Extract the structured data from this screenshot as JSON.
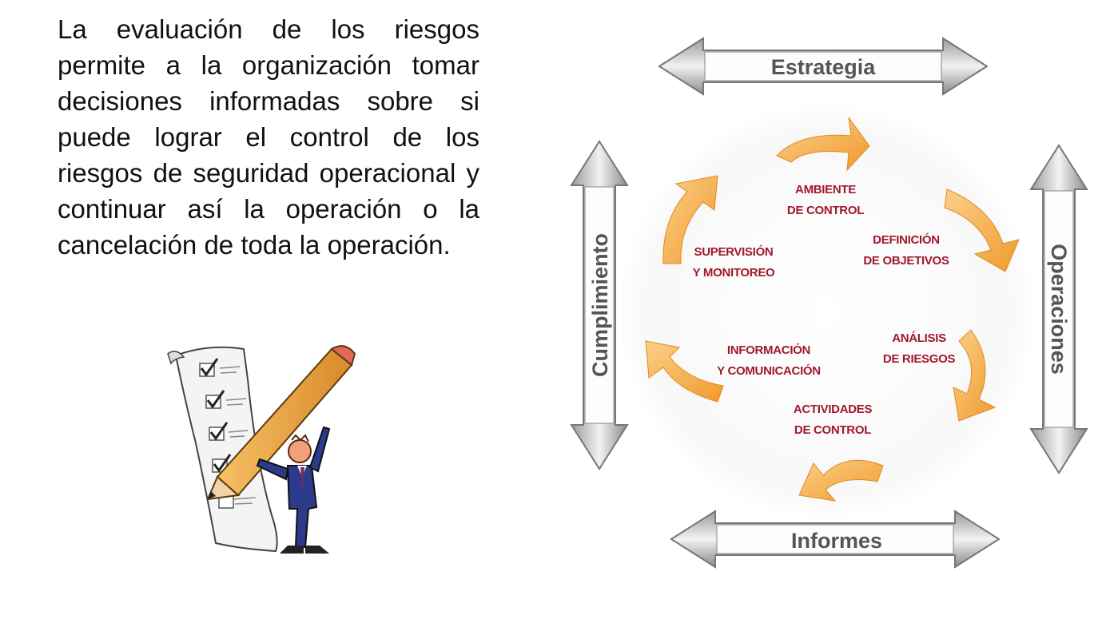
{
  "paragraph": "La evaluación de los riesgos permite a la organización tomar decisiones informadas sobre si puede lograr el control de los riesgos de seguridad operacional y continuar así la operación o la cancelación de toda la operación.",
  "diagram": {
    "bands": {
      "top": "Estrategia",
      "bottom": "Informes",
      "left": "Cumplimiento",
      "right": "Operaciones"
    },
    "stages": [
      {
        "id": "ambiente",
        "line1": "AMBIENTE",
        "line2": "DE CONTROL"
      },
      {
        "id": "definicion",
        "line1": "DEFINICIÓN",
        "line2": "DE OBJETIVOS"
      },
      {
        "id": "analisis",
        "line1": "ANÁLISIS",
        "line2": "DE RIESGOS"
      },
      {
        "id": "actividades",
        "line1": "ACTIVIDADES",
        "line2": "DE CONTROL"
      },
      {
        "id": "informacion",
        "line1": "INFORMACIÓN",
        "line2": "Y COMUNICACIÓN"
      },
      {
        "id": "supervision",
        "line1": "SUPERVISIÓN",
        "line2": "Y MONITOREO"
      }
    ]
  },
  "colors": {
    "stage_text": "#a0182e",
    "cycle_arrow": "#f5a640",
    "band_fill": "#cfcfcf"
  },
  "icons": [
    "checklist-illustration",
    "pencil-icon",
    "businessman-figure",
    "cycle-arrow-icon"
  ]
}
